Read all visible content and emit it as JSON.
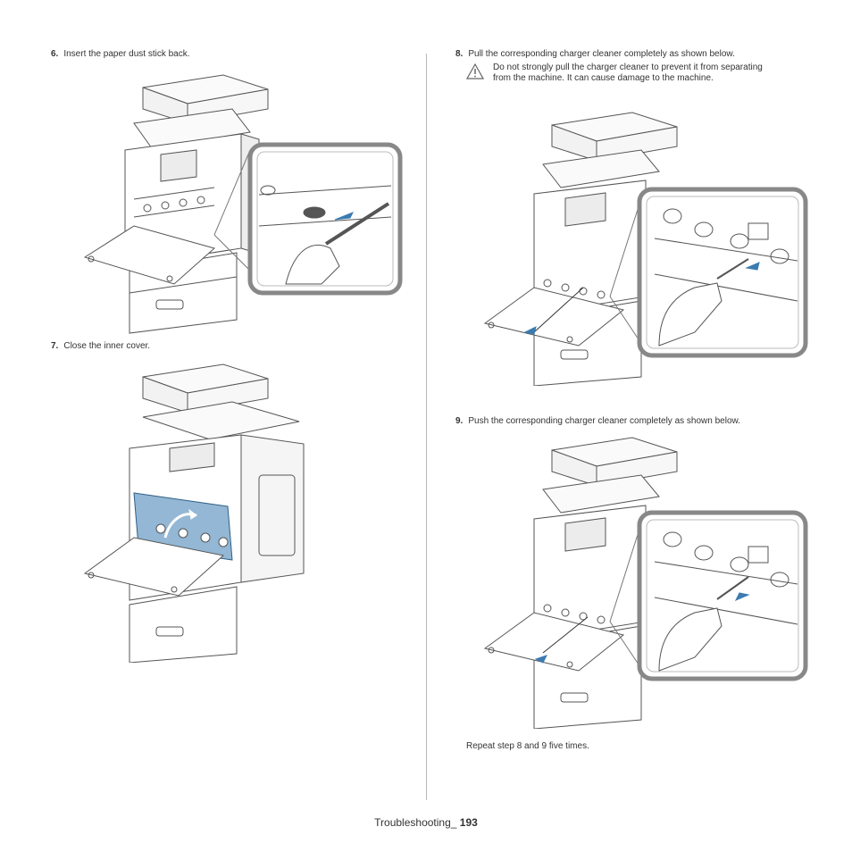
{
  "steps": [
    {
      "num": "6.",
      "text": "Insert the paper dust stick back."
    },
    {
      "num": "7.",
      "text": "Close the inner cover."
    },
    {
      "num": "8.",
      "text": "Pull the corresponding charger cleaner completely as shown below."
    },
    {
      "num": "9.",
      "text": "Push the corresponding charger cleaner completely as shown below."
    }
  ],
  "warning": {
    "icon": "warning-triangle-icon",
    "text": "Do not strongly pull the charger cleaner to prevent it from separating from the machine. It can cause damage to the machine."
  },
  "repeat_note": "Repeat step 8 and 9 five times.",
  "footer": {
    "section": "Troubleshooting_",
    "page": "193"
  },
  "colors": {
    "accent_blue": "#3b7bb0",
    "line": "#555555"
  }
}
